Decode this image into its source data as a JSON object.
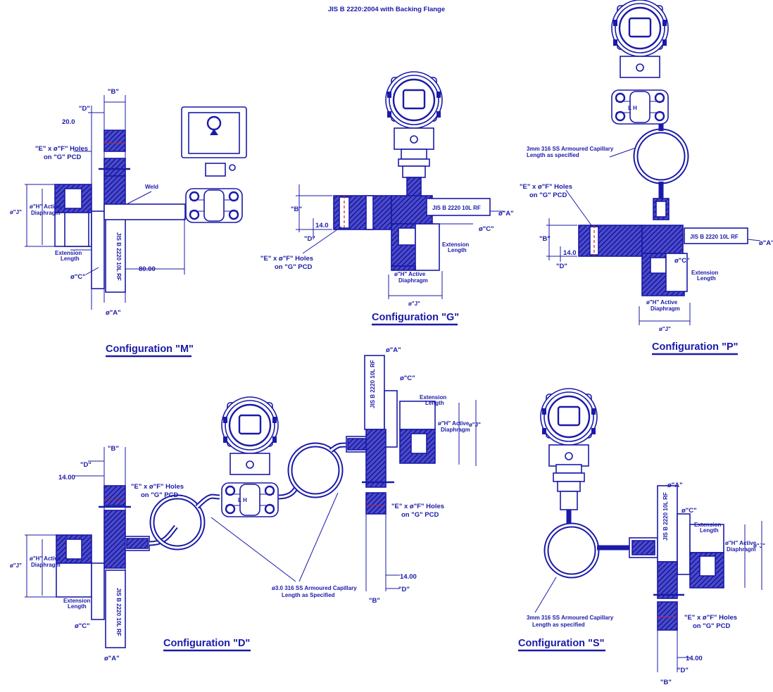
{
  "title": "JIS B 2220:2004 with Backing Flange",
  "configs": {
    "M": {
      "caption": "Configuration \"M\"",
      "dim_B": "\"B\"",
      "dim_D": "\"D\"",
      "dim_20": "20.0",
      "holes_1": "\"E\" x ø\"F\" Holes",
      "holes_2": "on \"G\" PCD",
      "weld": "Weld",
      "j": "ø\"J\"",
      "h_1": "ø\"H\" Active",
      "h_2": "Diaphragm",
      "ext_1": "Extension",
      "ext_2": "Length",
      "c": "ø\"C\"",
      "a": "ø\"A\"",
      "dim_80": "80.00",
      "plate": "JIS B 2220 10L RF"
    },
    "G": {
      "caption": "Configuration \"G\"",
      "dim_B": "\"B\"",
      "dim_D": "\"D\"",
      "dim_14": "14.0",
      "holes_1": "\"E\" x ø\"F\" Holes",
      "holes_2": "on \"G\" PCD",
      "a": "ø\"A\"",
      "c": "ø\"C\"",
      "ext_1": "Extension",
      "ext_2": "Length",
      "h_1": "ø\"H\" Active",
      "h_2": "Diaphragm",
      "j": "ø\"J\"",
      "plate": "JIS B 2220 10L RF"
    },
    "P": {
      "caption": "Configuration \"P\"",
      "cap_1": "3mm 316 SS Armoured Capillary",
      "cap_2": "Length as specified",
      "holes_1": "\"E\" x ø\"F\" Holes",
      "holes_2": "on \"G\" PCD",
      "dim_B": "\"B\"",
      "dim_D": "\"D\"",
      "dim_14": "14.0",
      "a": "ø\"A\"",
      "c": "ø\"C\"",
      "ext_1": "Extension",
      "ext_2": "Length",
      "h_1": "ø\"H\" Active",
      "h_2": "Diaphragm",
      "j": "ø\"J\"",
      "plate": "JIS B 2220 10L RF",
      "lh": "L  H"
    },
    "D": {
      "caption": "Configuration \"D\"",
      "dim_B": "\"B\"",
      "dim_D": "\"D\"",
      "dim_14": "14.00",
      "holes_1": "\"E\" x ø\"F\" Holes",
      "holes_2": "on \"G\" PCD",
      "j": "ø\"J\"",
      "h_1": "ø\"H\" Active",
      "h_2": "Diaphragm",
      "ext_1": "Extension",
      "ext_2": "Length",
      "c": "ø\"C\"",
      "a": "ø\"A\"",
      "cap_1": "ø3.0 316 SS Armoured Capillary",
      "cap_2": "Length as Specified",
      "r_a": "ø\"A\"",
      "r_c": "ø\"C\"",
      "r_ext_1": "Extension",
      "r_ext_2": "Length",
      "r_h_1": "ø\"H\" Active",
      "r_h_2": "Diaphragm",
      "r_j": "ø\"J\"",
      "r_holes_1": "\"E\" x ø\"F\" Holes",
      "r_holes_2": "on \"G\" PCD",
      "r_dim_14": "14.00",
      "r_dim_D": "\"D\"",
      "r_dim_B": "\"B\"",
      "plate": "JIS B 2220 10L RF",
      "lh": "L  H"
    },
    "S": {
      "caption": "Configuration \"S\"",
      "a": "ø\"A\"",
      "c": "ø\"C\"",
      "ext_1": "Extension",
      "ext_2": "Length",
      "h_1": "ø\"H\" Active",
      "h_2": "Diaphragm",
      "j": "ø\"J\"",
      "cap_1": "3mm 316 SS Armoured Capillary",
      "cap_2": "Length as specified",
      "holes_1": "\"E\" x ø\"F\" Holes",
      "holes_2": "on \"G\" PCD",
      "dim_14": "14.00",
      "dim_D": "\"D\"",
      "dim_B": "\"B\"",
      "plate": "JIS B 2220 10L RF"
    }
  }
}
